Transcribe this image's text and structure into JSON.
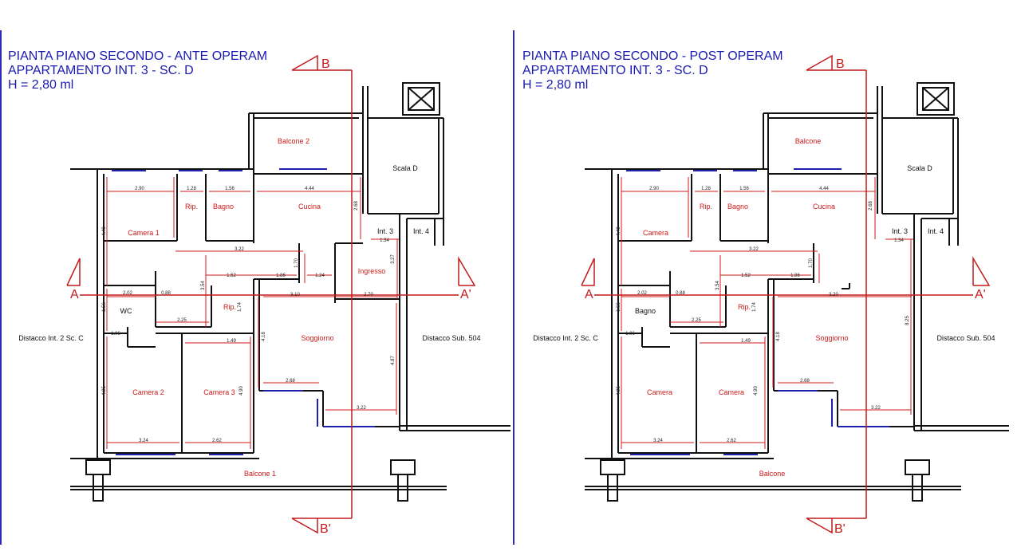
{
  "left": {
    "title_line1": "PIANTA PIANO SECONDO - ANTE OPERAM",
    "title_line2": "APPARTAMENTO INT. 3 - SC. D",
    "title_line3": "H = 2,80 ml",
    "rooms": {
      "balcone_top": "Balcone 2",
      "scala": "Scala D",
      "camera_tl": "Camera 1",
      "rip_top": "Rip.",
      "bagno": "Bagno",
      "cucina": "Cucina",
      "int3": "Int. 3",
      "int4": "Int. 4",
      "ingresso": "Ingresso",
      "wc": "WC",
      "rip_mid": "Rip.",
      "soggiorno": "Soggiorno",
      "camera_bl": "Camera 2",
      "camera_bm": "Camera 3",
      "balcone_bottom": "Balcone 1",
      "distacco_left": "Distacco Int. 2 Sc. C",
      "distacco_right": "Distacco Sub. 504"
    },
    "dims": {
      "d290": "2.90",
      "d128": "1.28",
      "d156": "1.56",
      "d444": "4.44",
      "d449": "4.49",
      "d268a": "2.68",
      "d134": "1.34",
      "d327": "3.27",
      "d322a": "3.22",
      "d170": "1.70",
      "d152": "1.52",
      "d186": "1.86",
      "d124": "1.24",
      "d354": "3.54",
      "d202": "2.02",
      "d088": "0.88",
      "d156b": "1.56",
      "d310": "3.10",
      "d270": "2.70",
      "d174": "1.74",
      "d225": "2.25",
      "d106": "1.06",
      "d149": "1.49",
      "d418": "4.18",
      "d487": "4.87",
      "d495": "4.95",
      "d490": "4.90",
      "d268b": "2.68",
      "d322b": "3.22",
      "d324": "3.24",
      "d262": "2.62"
    },
    "sections": {
      "b": "B",
      "b_prime": "B'",
      "a": "A",
      "a_prime": "A'"
    }
  },
  "right": {
    "title_line1": "PIANTA PIANO SECONDO - POST OPERAM",
    "title_line2": "APPARTAMENTO INT. 3 - SC. D",
    "title_line3": "H = 2,80 ml",
    "rooms": {
      "balcone_top": "Balcone",
      "scala": "Scala D",
      "camera_tl": "Camera",
      "rip_top": "Rip.",
      "bagno": "Bagno",
      "cucina": "Cucina",
      "int3": "Int. 3",
      "int4": "Int. 4",
      "wc": "Bagno",
      "rip_mid": "Rip.",
      "soggiorno": "Soggiorno",
      "camera_bl": "Camera",
      "camera_bm": "Camera",
      "balcone_bottom": "Balcone",
      "distacco_left": "Distacco Int. 2 Sc. C",
      "distacco_right": "Distacco Sub. 504"
    },
    "dims": {
      "d290": "2.90",
      "d128": "1.28",
      "d156": "1.56",
      "d444": "4.44",
      "d449": "4.49",
      "d268a": "2.68",
      "d134": "1.34",
      "d322a": "3.22",
      "d170": "1.70",
      "d152": "1.52",
      "d186": "1.86",
      "d354": "3.54",
      "d202": "2.02",
      "d088": "0.88",
      "d156b": "1.56",
      "d320": "3.20",
      "d825": "8.25",
      "d174": "1.74",
      "d225": "2.25",
      "d106": "1.06",
      "d149": "1.49",
      "d418": "4.18",
      "d495": "4.95",
      "d490": "4.90",
      "d268b": "2.68",
      "d322b": "3.22",
      "d324": "3.24",
      "d262": "2.62"
    },
    "sections": {
      "b": "B",
      "b_prime": "B'",
      "a": "A",
      "a_prime": "A'"
    }
  }
}
